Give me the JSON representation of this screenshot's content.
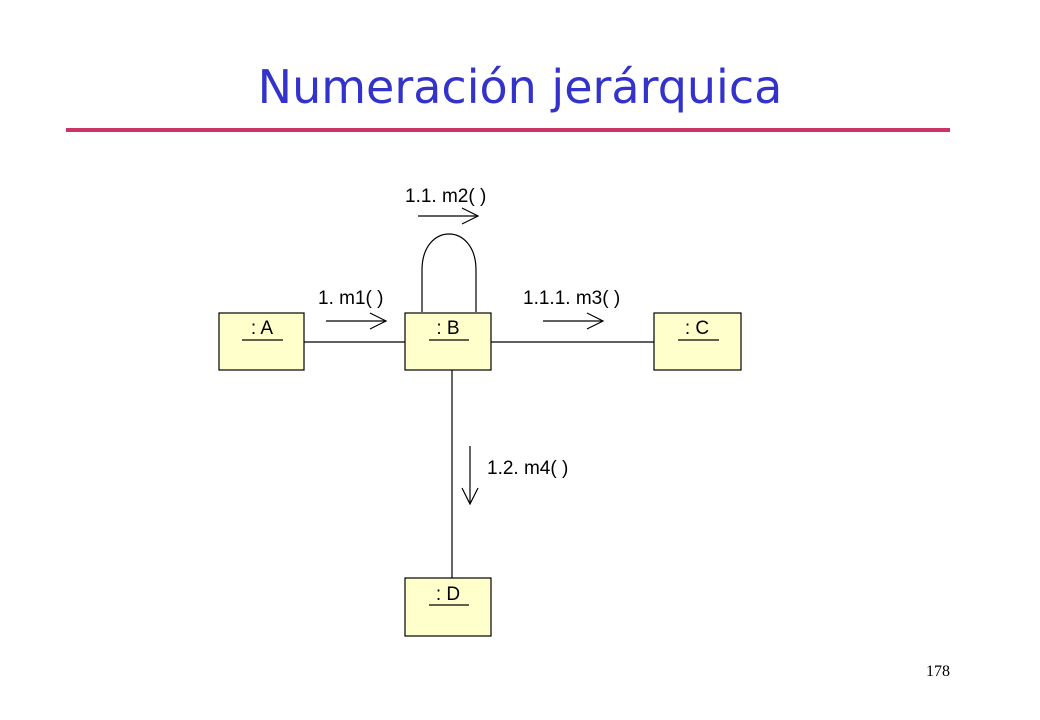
{
  "slide": {
    "title": "Numeración jerárquica",
    "page_number": "178",
    "colors": {
      "title": "#3333cc",
      "rule": "#cc3366",
      "object_fill": "#ffffcc"
    }
  },
  "diagram": {
    "objects": {
      "a": ": A",
      "b": ": B",
      "c": ": C",
      "d": ": D"
    },
    "messages": {
      "m1": "1. m1( )",
      "m2": "1.1. m2( )",
      "m3": "1.1.1. m3( )",
      "m4": "1.2. m4( )"
    }
  }
}
